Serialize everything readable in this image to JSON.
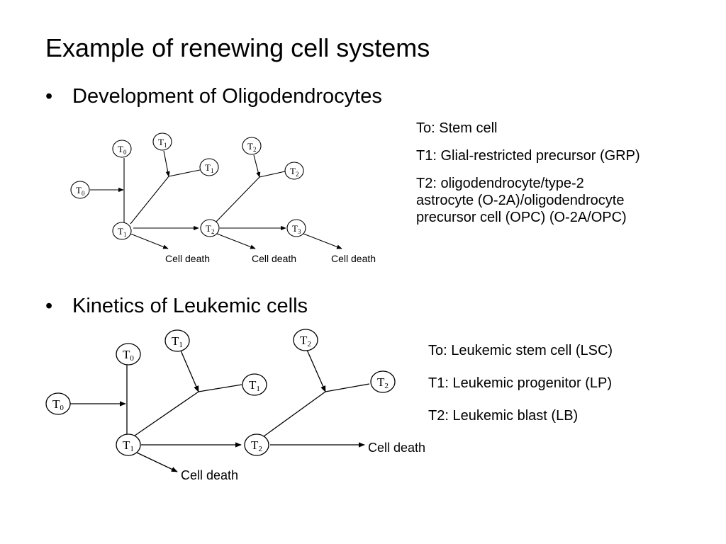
{
  "slide": {
    "title": "Example of renewing cell systems"
  },
  "bullets": [
    {
      "marker": "•",
      "text": "Development of Oligodendrocytes"
    },
    {
      "marker": "•",
      "text": "Kinetics of Leukemic cells"
    }
  ],
  "diagram1": {
    "nodes": {
      "t0_top": "T",
      "t0_in": "T",
      "t1_mid": "T",
      "t1_root": "T",
      "t1_branch": "T",
      "t2_top": "T",
      "t2_branch": "T",
      "t2_mid": "T",
      "t3": "T"
    },
    "subs": {
      "t0_top": "0",
      "t0_in": "0",
      "t1_mid": "1",
      "t1_root": "1",
      "t1_branch": "1",
      "t2_top": "2",
      "t2_branch": "2",
      "t2_mid": "2",
      "t3": "3"
    },
    "cell_death": "Cell death"
  },
  "diagram2": {
    "nodes": {
      "t0_top": "T",
      "t0_in": "T",
      "t1_top": "T",
      "t1_root": "T",
      "t1_branch": "T",
      "t2_top": "T",
      "t2_branch": "T",
      "t2_mid": "T"
    },
    "subs": {
      "t0_top": "0",
      "t0_in": "0",
      "t1_top": "1",
      "t1_root": "1",
      "t1_branch": "1",
      "t2_top": "2",
      "t2_branch": "2",
      "t2_mid": "2"
    },
    "cell_death": "Cell death"
  },
  "legend1": [
    "To: Stem cell",
    "T1: Glial-restricted precursor (GRP)",
    "T2: oligodendrocyte/type-2",
    "astrocyte (O-2A)/oligodendrocyte",
    "precursor cell (OPC) (O-2A/OPC)"
  ],
  "legend2": [
    "To: Leukemic stem cell (LSC)",
    "T1: Leukemic progenitor (LP)",
    "T2: Leukemic blast (LB)"
  ]
}
